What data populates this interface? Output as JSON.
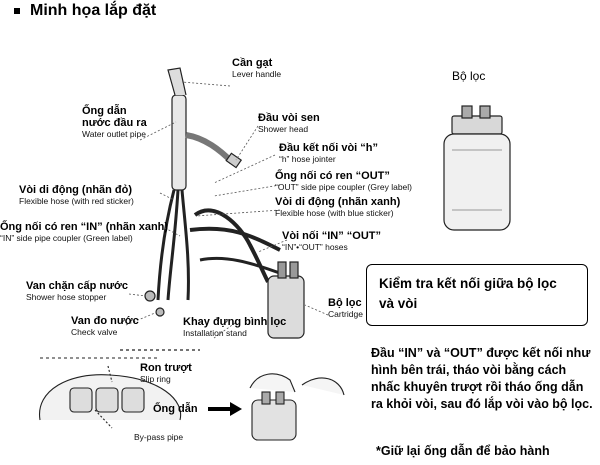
{
  "title": "Minh họa lắp đặt",
  "labels": {
    "lever_vn": "Cần gạt",
    "lever_en": "Lever handle",
    "outlet_vn1": "Ống dẫn",
    "outlet_vn2": "nước đầu ra",
    "outlet_en": "Water outlet pipe",
    "shower_vn": "Đầu vòi sen",
    "shower_en": "Shower head",
    "h_vn": "Đầu kết nối vòi “h”",
    "h_en": "“h” hose jointer",
    "out_coupler_vn": "Ống nối có ren “OUT”",
    "out_coupler_en": "“OUT” side pipe coupler (Grey label)",
    "blue_hose_vn": "Vòi di động (nhãn xanh)",
    "blue_hose_en": "Flexible hose (with blue sticker)",
    "red_hose_vn": "Vòi di động (nhãn đỏ)",
    "red_hose_en": "Flexible hose (with red sticker)",
    "in_coupler_vn": "Ống nối có ren “IN” (nhãn xanh)",
    "in_coupler_en": "“IN” side pipe coupler (Green label)",
    "inout_vn": "Vòi nối “IN” “OUT”",
    "inout_en": "“IN”•“OUT” hoses",
    "stopper_vn": "Van chặn cấp nước",
    "stopper_en": "Shower hose stopper",
    "check_vn": "Van đo nước",
    "check_en": "Check valve",
    "stand_vn": "Khay đựng bình lọc",
    "stand_en": "Installation stand",
    "cartridge_vn": "Bộ lọc",
    "cartridge_en": "Cartridge",
    "slip_vn": "Ron trượt",
    "slip_en": "Slip ring",
    "bypass_vn": "Ống dẫn",
    "bypass_en": "By-pass pipe",
    "filter_title": "Bộ lọc"
  },
  "box_text": "Kiểm tra kết nối giữa bộ lọc và vòi",
  "note_text": "Đầu “IN” và “OUT” được kết nối như hình bên trái, tháo vòi bằng cách nhấc khuyên trượt rồi tháo ống dẫn ra khỏi vòi, sau đó lắp vòi vào bộ lọc.",
  "warranty_text": "*Giữ lại ống dẫn để bảo hành"
}
